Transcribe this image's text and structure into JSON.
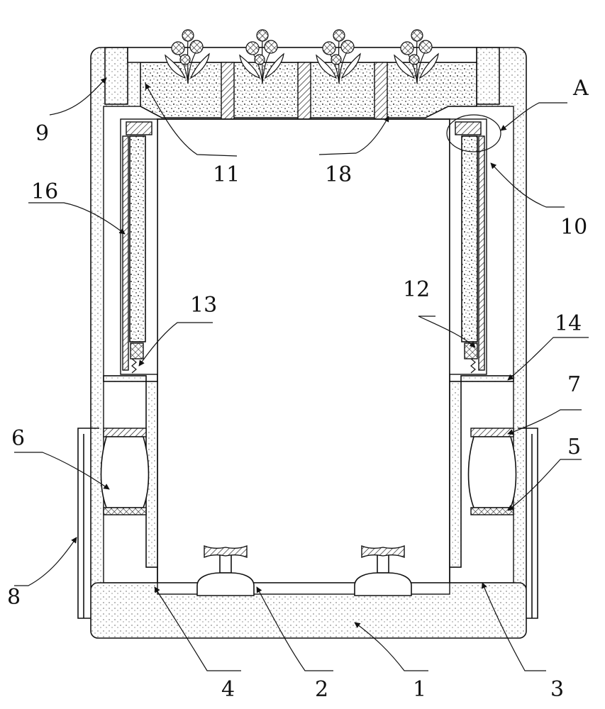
{
  "labels": {
    "n1": "1",
    "n2": "2",
    "n3": "3",
    "n4": "4",
    "n5": "5",
    "n6": "6",
    "n7": "7",
    "n8": "8",
    "n9": "9",
    "n10": "10",
    "n11": "11",
    "n12": "12",
    "n13": "13",
    "n14": "14",
    "n16": "16",
    "n18": "18",
    "detailA": "A"
  }
}
